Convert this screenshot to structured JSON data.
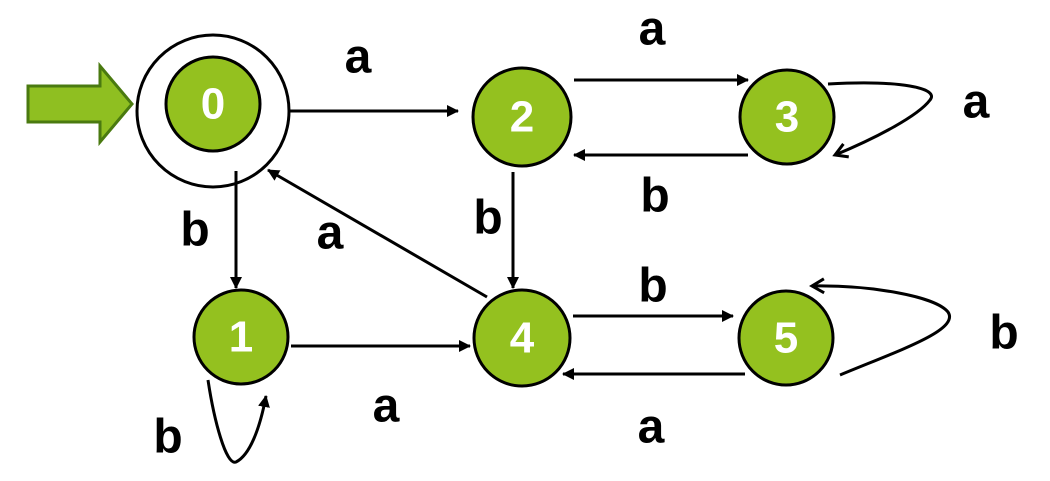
{
  "colors": {
    "state_fill": "#94c11f",
    "start_arrow_fill": "#8fbf21",
    "edge": "#000000",
    "label": "#000000",
    "state_text": "#ffffff"
  },
  "diagram": {
    "start_state": "0",
    "accepting_states": [
      "0"
    ],
    "states": [
      "0",
      "1",
      "2",
      "3",
      "4",
      "5"
    ],
    "transitions": [
      {
        "from": "0",
        "to": "2",
        "symbol": "a"
      },
      {
        "from": "0",
        "to": "1",
        "symbol": "b"
      },
      {
        "from": "1",
        "to": "4",
        "symbol": "a"
      },
      {
        "from": "1",
        "to": "1",
        "symbol": "b"
      },
      {
        "from": "2",
        "to": "3",
        "symbol": "a"
      },
      {
        "from": "2",
        "to": "4",
        "symbol": "b"
      },
      {
        "from": "3",
        "to": "3",
        "symbol": "a"
      },
      {
        "from": "3",
        "to": "2",
        "symbol": "b"
      },
      {
        "from": "4",
        "to": "0",
        "symbol": "a"
      },
      {
        "from": "4",
        "to": "5",
        "symbol": "b"
      },
      {
        "from": "5",
        "to": "4",
        "symbol": "a"
      },
      {
        "from": "5",
        "to": "5",
        "symbol": "b"
      }
    ]
  }
}
